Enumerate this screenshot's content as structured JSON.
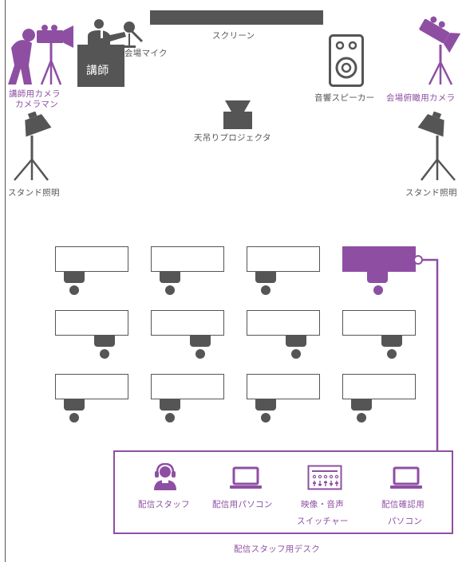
{
  "colors": {
    "gray": "#555555",
    "purple": "#8e4fa3",
    "white": "#ffffff"
  },
  "labels": {
    "screen": "スクリーン",
    "venue_mic": "会場マイク",
    "lecturer": "講師",
    "lecturer_camera_line1": "講師用カメラ",
    "lecturer_camera_line2": "カメラマン",
    "speaker": "音響スピーカー",
    "overview_camera": "会場俯瞰用カメラ",
    "stand_light_left": "スタンド照明",
    "stand_light_right": "スタンド照明",
    "projector": "天吊りプロジェクタ",
    "stream_desk": "配信スタッフ用デスク"
  },
  "desk_items": [
    {
      "label_line1": "配信スタッフ",
      "label_line2": "",
      "icon": "headset-staff-icon"
    },
    {
      "label_line1": "配信用パソコン",
      "label_line2": "",
      "icon": "laptop-icon"
    },
    {
      "label_line1": "映像・音声",
      "label_line2": "スイッチャー",
      "icon": "switcher-icon"
    },
    {
      "label_line1": "配信確認用",
      "label_line2": "パソコン",
      "icon": "laptop-icon"
    }
  ]
}
